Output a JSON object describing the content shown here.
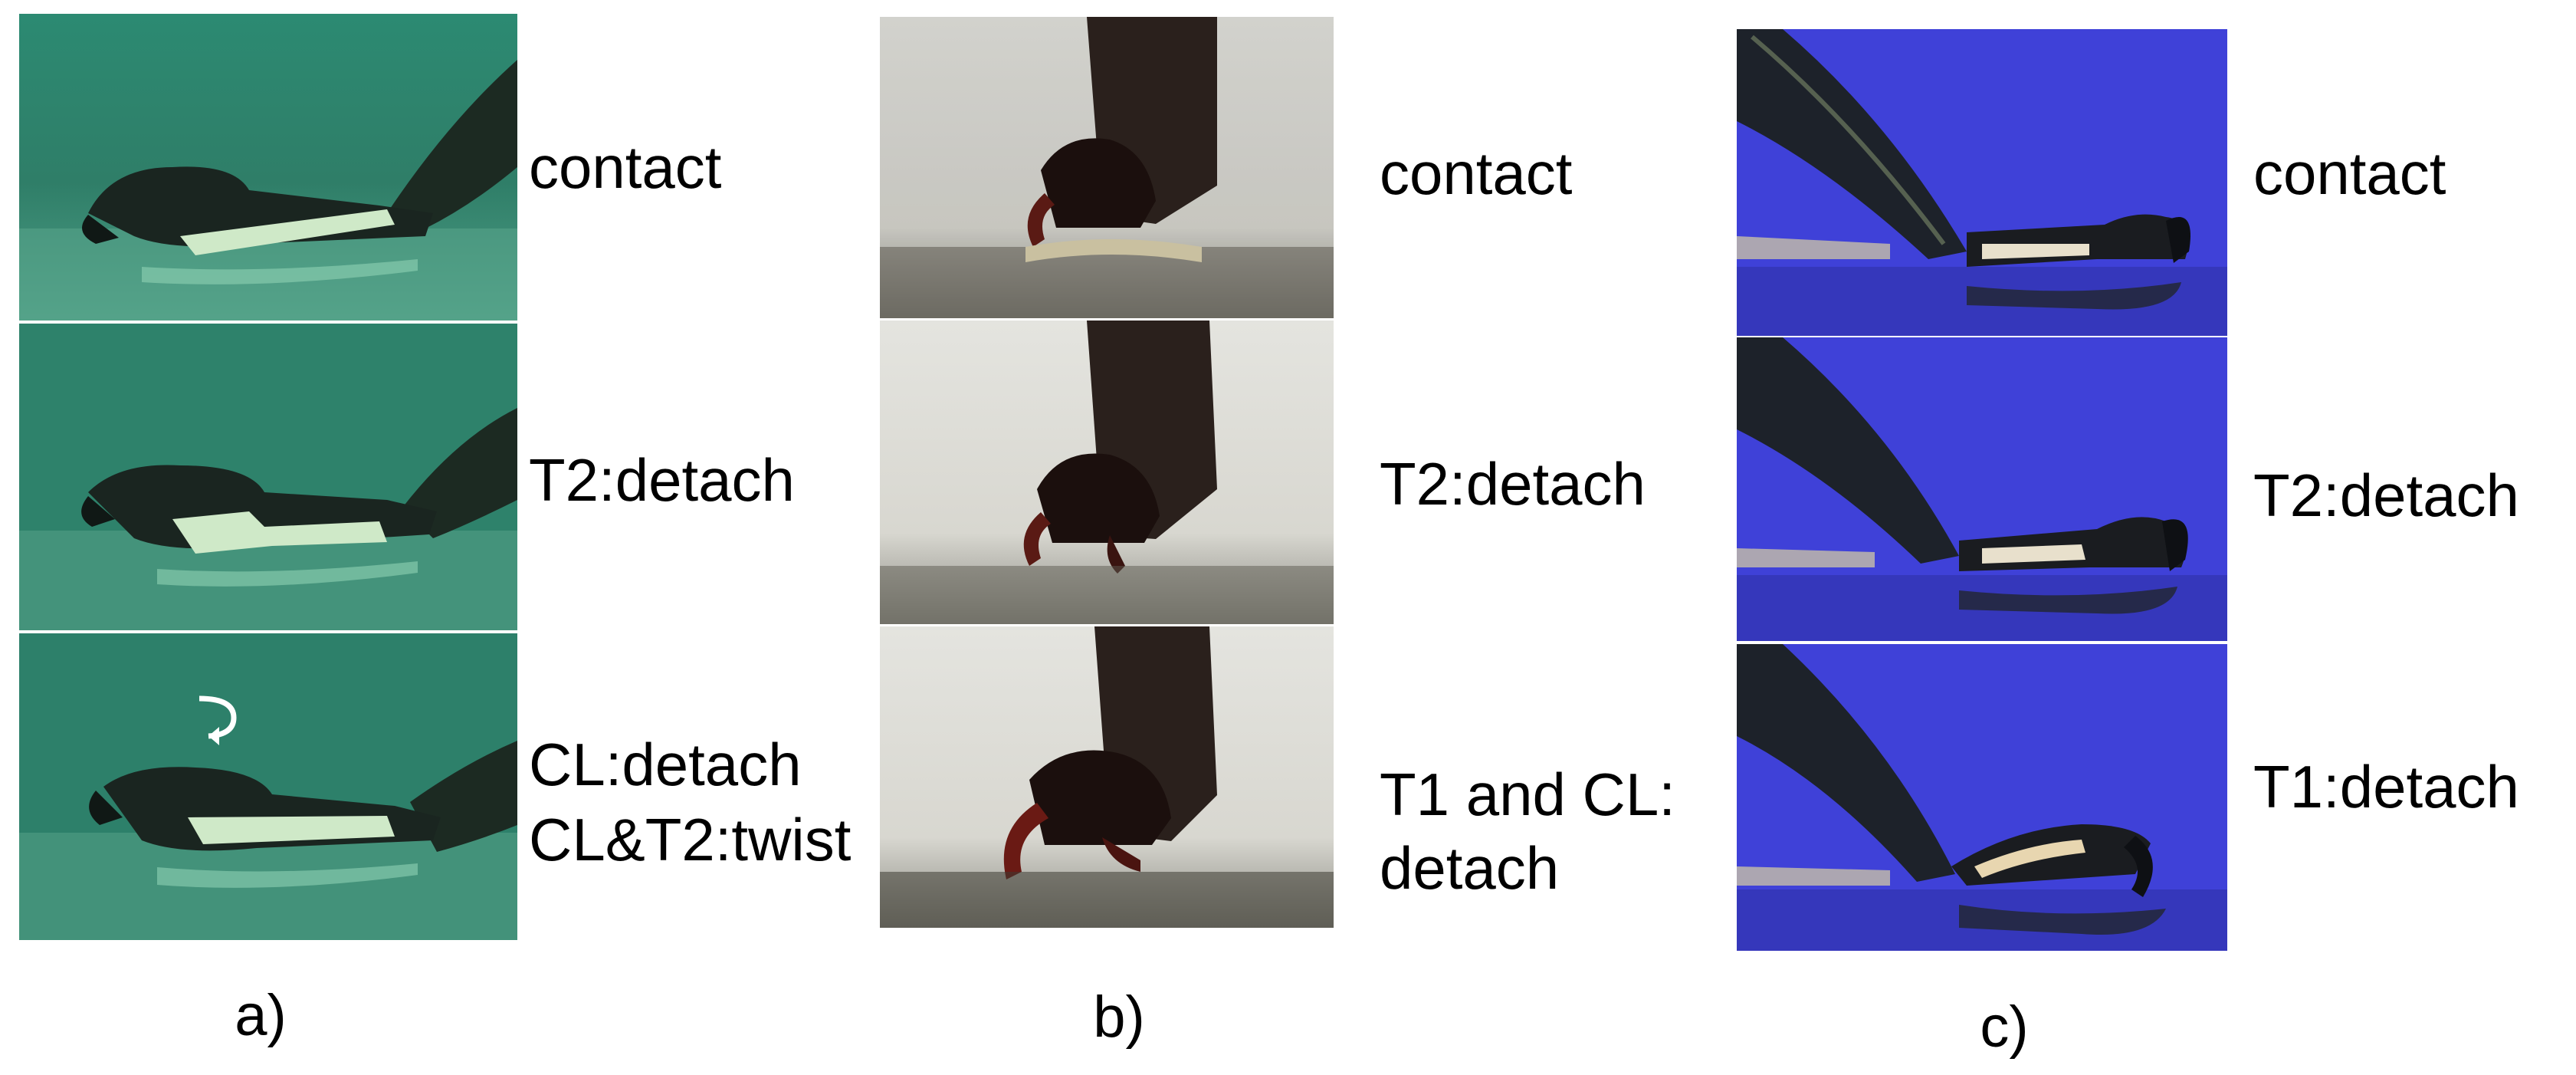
{
  "panels": [
    {
      "caption": "a)",
      "labels": [
        "contact",
        "T2:detach",
        "CL:detach\nCL&T2:twist"
      ],
      "background_color": "#2f8a6e",
      "twist_icon": "rotation-arrow-icon"
    },
    {
      "caption": "b)",
      "labels": [
        "contact",
        "T2:detach",
        "T1 and CL:\ndetach"
      ],
      "background_color": "#d9d8d2"
    },
    {
      "caption": "c)",
      "labels": [
        "contact",
        "T2:detach",
        "T1:detach"
      ],
      "background_color": "#3d3fd8"
    }
  ]
}
